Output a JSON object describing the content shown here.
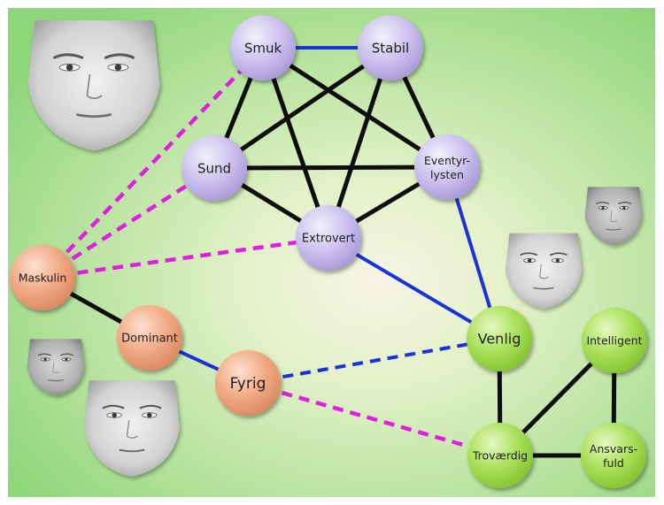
{
  "palette": {
    "background_center": "#f7f5e6",
    "background_edge": "#8fd67a",
    "frame": "#ffffff",
    "node_purple": "#cdc3ee",
    "node_orange": "#f1ab86",
    "node_green": "#abe05a",
    "edge_black": "#0d0d0d",
    "edge_blue": "#1a33d9",
    "edge_magenta": "#e01ee0"
  },
  "nodes": [
    {
      "id": "smuk",
      "label": "Smuk",
      "group": "purple"
    },
    {
      "id": "stabil",
      "label": "Stabil",
      "group": "purple"
    },
    {
      "id": "sund",
      "label": "Sund",
      "group": "purple"
    },
    {
      "id": "eventyrlysten",
      "label": "Eventyr-\nlysten",
      "group": "purple"
    },
    {
      "id": "extrovert",
      "label": "Extrovert",
      "group": "purple"
    },
    {
      "id": "maskulin",
      "label": "Maskulin",
      "group": "orange"
    },
    {
      "id": "dominant",
      "label": "Dominant",
      "group": "orange"
    },
    {
      "id": "fyrig",
      "label": "Fyrig",
      "group": "orange"
    },
    {
      "id": "venlig",
      "label": "Venlig",
      "group": "green"
    },
    {
      "id": "intelligent",
      "label": "Intelligent",
      "group": "green"
    },
    {
      "id": "trovaerdig",
      "label": "Troværdig",
      "group": "green"
    },
    {
      "id": "ansvarsfuld",
      "label": "Ansvars-\nfuld",
      "group": "green"
    }
  ],
  "edges": [
    {
      "from": "smuk",
      "to": "stabil",
      "kind": "blue"
    },
    {
      "from": "smuk",
      "to": "sund",
      "kind": "black"
    },
    {
      "from": "smuk",
      "to": "eventyrlysten",
      "kind": "black"
    },
    {
      "from": "smuk",
      "to": "extrovert",
      "kind": "black"
    },
    {
      "from": "stabil",
      "to": "sund",
      "kind": "black"
    },
    {
      "from": "stabil",
      "to": "eventyrlysten",
      "kind": "black"
    },
    {
      "from": "stabil",
      "to": "extrovert",
      "kind": "black"
    },
    {
      "from": "sund",
      "to": "eventyrlysten",
      "kind": "black"
    },
    {
      "from": "sund",
      "to": "extrovert",
      "kind": "black"
    },
    {
      "from": "eventyrlysten",
      "to": "extrovert",
      "kind": "black"
    },
    {
      "from": "eventyrlysten",
      "to": "venlig",
      "kind": "blue"
    },
    {
      "from": "extrovert",
      "to": "venlig",
      "kind": "blue"
    },
    {
      "from": "maskulin",
      "to": "smuk",
      "kind": "magenta-dashed"
    },
    {
      "from": "maskulin",
      "to": "sund",
      "kind": "magenta-dashed"
    },
    {
      "from": "maskulin",
      "to": "extrovert",
      "kind": "magenta-dashed"
    },
    {
      "from": "maskulin",
      "to": "dominant",
      "kind": "black"
    },
    {
      "from": "dominant",
      "to": "fyrig",
      "kind": "blue"
    },
    {
      "from": "fyrig",
      "to": "venlig",
      "kind": "blue-dashed"
    },
    {
      "from": "fyrig",
      "to": "trovaerdig",
      "kind": "magenta-dashed"
    },
    {
      "from": "venlig",
      "to": "trovaerdig",
      "kind": "black"
    },
    {
      "from": "intelligent",
      "to": "trovaerdig",
      "kind": "black"
    },
    {
      "from": "intelligent",
      "to": "ansvarsfuld",
      "kind": "black"
    },
    {
      "from": "trovaerdig",
      "to": "ansvarsfuld",
      "kind": "black"
    }
  ],
  "faces": [
    {
      "id": "face-top-left",
      "shade": "light"
    },
    {
      "id": "face-small-left",
      "shade": "dark"
    },
    {
      "id": "face-bottom-left",
      "shade": "light"
    },
    {
      "id": "face-small-right",
      "shade": "dark"
    },
    {
      "id": "face-mid-right",
      "shade": "light"
    }
  ]
}
